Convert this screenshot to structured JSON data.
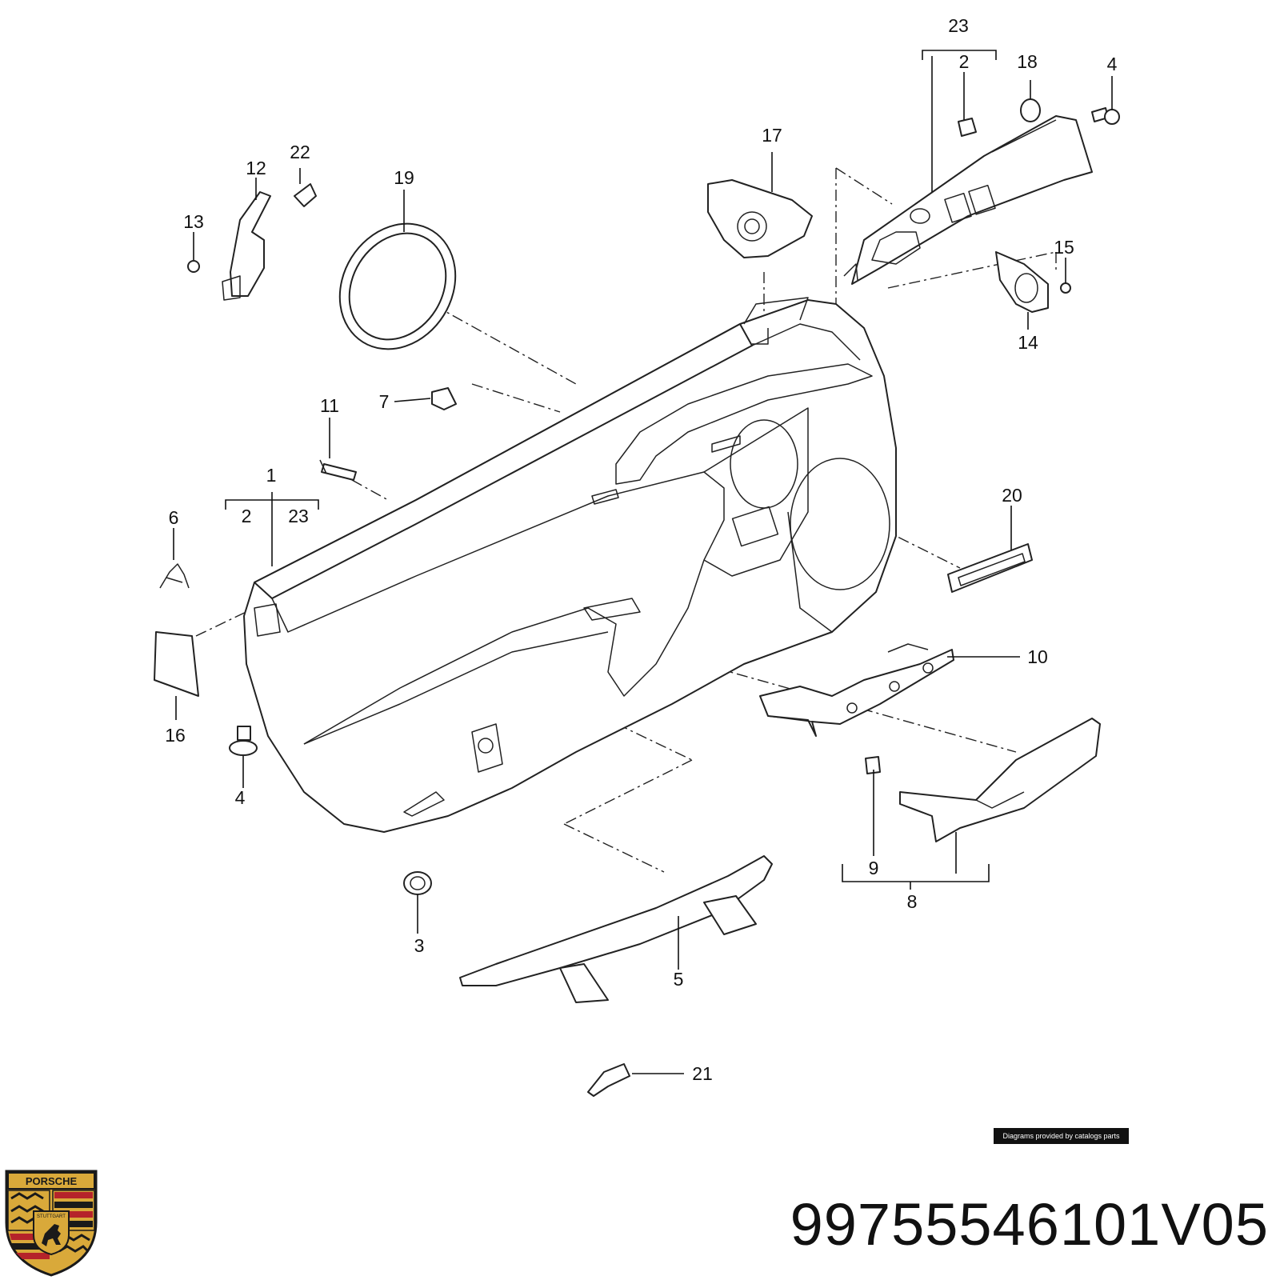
{
  "diagram": {
    "callouts": [
      {
        "label": "1"
      },
      {
        "label": "2"
      },
      {
        "label": "23"
      },
      {
        "label": "23"
      },
      {
        "label": "2"
      },
      {
        "label": "18"
      },
      {
        "label": "4"
      },
      {
        "label": "17"
      },
      {
        "label": "19"
      },
      {
        "label": "22"
      },
      {
        "label": "12"
      },
      {
        "label": "13"
      },
      {
        "label": "15"
      },
      {
        "label": "14"
      },
      {
        "label": "7"
      },
      {
        "label": "11"
      },
      {
        "label": "6"
      },
      {
        "label": "20"
      },
      {
        "label": "10"
      },
      {
        "label": "16"
      },
      {
        "label": "4"
      },
      {
        "label": "9"
      },
      {
        "label": "8"
      },
      {
        "label": "3"
      },
      {
        "label": "5"
      },
      {
        "label": "21"
      }
    ],
    "credit": "Diagrams provided by catalogs parts"
  },
  "part_number": "99755546101V05",
  "logo": {
    "word": "PORSCHE",
    "city": "STUTTGART",
    "colors": {
      "gold": "#d9a93a",
      "red": "#b5232a",
      "black": "#1a1a1a"
    }
  }
}
